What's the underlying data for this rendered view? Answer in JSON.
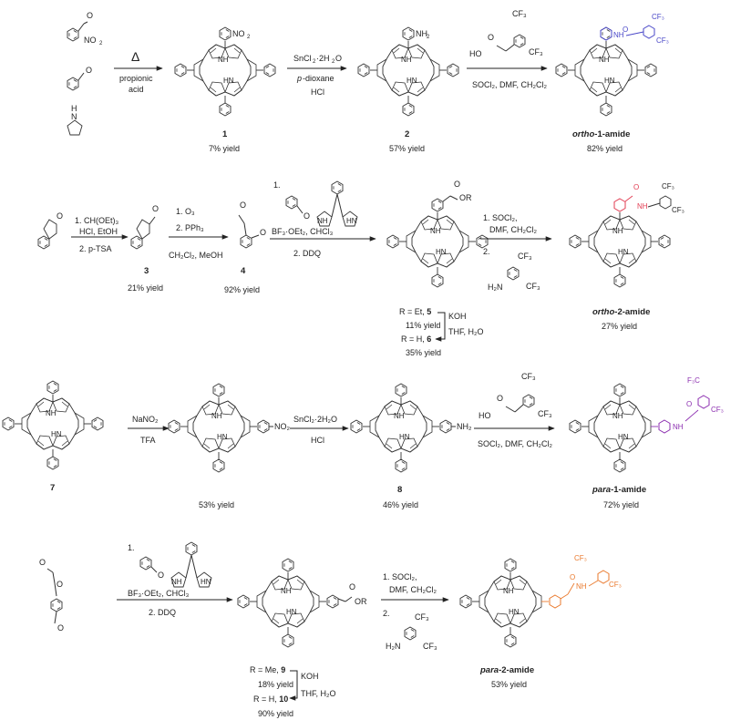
{
  "colors": {
    "ortho1_amide": "#4a48c8",
    "ortho2_amide": "#e23c52",
    "para1_amide": "#8c2fb0",
    "para2_amide": "#ea7a2e",
    "ink": "#222222"
  },
  "row1": {
    "reagent_groups": {
      "no2": "NO",
      "no2_sub": "2"
    },
    "arrow1": {
      "above": "Δ",
      "below1": "propionic",
      "below2": "acid"
    },
    "p1": {
      "sub_group": "NO",
      "sub_group_sub": "2",
      "number": "1",
      "yield": "7% yield"
    },
    "arrow2": {
      "above": "SnCl",
      "above_sub": "2",
      "above_rest": "·2H",
      "above_sub2": "2",
      "above_end": "O",
      "below1_italic": "p",
      "below1_rest": "-dioxane",
      "below2": "HCl"
    },
    "p2": {
      "sub_group": "NH",
      "sub_group_sub": "2",
      "number": "2",
      "yield": "57% yield"
    },
    "arrow3": {
      "above": "HO",
      "below": "SOCl₂, DMF, CH₂Cl₂",
      "cf3": "CF₃"
    },
    "p3": {
      "name_italic": "ortho",
      "name_rest": "-1-amide",
      "yield": "82% yield",
      "nh": "NH",
      "o": "O"
    }
  },
  "row2": {
    "arrow1": {
      "step1": "1.  CH(OEt)₃",
      "step1b": "HCl, EtOH",
      "step2": "2. p-TSA"
    },
    "c3": {
      "number": "3",
      "yield": "21% yield"
    },
    "arrow2": {
      "step1": "1. O₃",
      "step2": "2. PPh₃",
      "below": "CH₂Cl₂, MeOH"
    },
    "c4": {
      "number": "4",
      "yield": "92% yield"
    },
    "arrow3": {
      "step1": "1.",
      "mid": "BF₃·OEt₂, CHCl₃",
      "step2": "2. DDQ",
      "nh": "NH",
      "hn": "HN"
    },
    "p56": {
      "or": "OR",
      "r_et": "R = Et, ",
      "n5": "5",
      "y5": "11% yield",
      "r_h": "R = H, ",
      "n6": "6",
      "y6": "35% yield",
      "koh": "KOH",
      "solv": "THF, H₂O"
    },
    "arrow4": {
      "step1": "1.   SOCl₂,",
      "step1b": "DMF, CH₂Cl₂",
      "step2": "2.",
      "cf3": "CF₃",
      "h2n": "H₂N"
    },
    "p_end": {
      "name_italic": "ortho",
      "name_rest": "-2-amide",
      "yield": "27% yield",
      "nh": "NH",
      "o": "O"
    }
  },
  "row3": {
    "c7": {
      "number": "7"
    },
    "arrow1": {
      "above": "NaNO₂",
      "below": "TFA"
    },
    "p_no2": {
      "group": "NO₂",
      "yield": "53% yield"
    },
    "arrow2": {
      "above": "SnCl₂·2H₂O",
      "below": "HCl"
    },
    "c8": {
      "group": "NH₂",
      "number": "8",
      "yield": "46% yield"
    },
    "arrow3": {
      "above": "HO",
      "below": "SOCl₂, DMF, CH₂Cl₂",
      "cf3": "CF₃"
    },
    "p_end": {
      "name_italic": "para",
      "name_rest": "-1-amide",
      "yield": "72% yield",
      "nh": "NH",
      "o": "O",
      "f3c": "F₃C"
    }
  },
  "row4": {
    "arrow1": {
      "step1": "1.",
      "mid": "BF₃·OEt₂, CHCl₃",
      "step2": "2. DDQ"
    },
    "p910": {
      "or": "OR",
      "r_me": "R = Me, ",
      "n9": "9",
      "y9": "18% yield",
      "r_h": "R = H, ",
      "n10": "10",
      "y10": "90% yield",
      "koh": "KOH",
      "solv": "THF, H₂O"
    },
    "arrow2": {
      "step1": "1.   SOCl₂,",
      "step1b": "DMF, CH₂Cl₂",
      "step2": "2.",
      "cf3": "CF₃",
      "h2n": "H₂N"
    },
    "p_end": {
      "name_italic": "para",
      "name_rest": "-2-amide",
      "yield": "53% yield",
      "nh": "NH",
      "o": "O"
    }
  },
  "porphyrin_labels": {
    "nh": "NH",
    "hn": "HN",
    "n": "N"
  }
}
